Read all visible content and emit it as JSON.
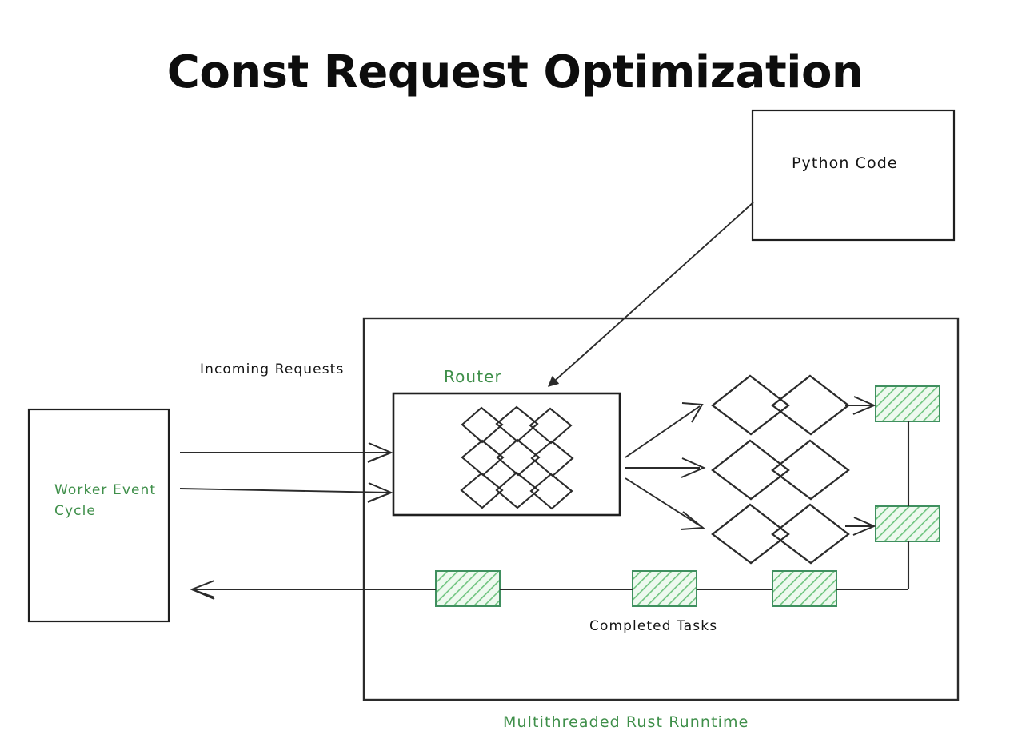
{
  "page": {
    "title": "Const Request Optimization",
    "background": "#ffffff"
  },
  "colors": {
    "ink": "#141414",
    "stroke": "#2b2b2b",
    "green_text": "#3f8f4a",
    "green_border": "#3f8f5f",
    "green_fill": "#e9f7ea",
    "green_hatch": "#68c07a"
  },
  "nodes": {
    "python_code": {
      "label": "Python Code",
      "kind": "box",
      "fill": "white",
      "text_color": "#141414"
    },
    "worker_event_cycle": {
      "label": "Worker Event\nCycle",
      "kind": "box",
      "fill": "white",
      "text_color": "#3f8f4a"
    },
    "router": {
      "label": "Router",
      "kind": "box",
      "text_color": "#3f8f4a",
      "grid_rows": 3,
      "grid_cols": 3,
      "shape": "diamond"
    },
    "runtime_container": {
      "label": "Multithreaded Rust Runntime",
      "text_color": "#3f8f4a"
    }
  },
  "edge_labels": {
    "incoming_requests": "Incoming Requests",
    "completed_tasks": "Completed Tasks"
  },
  "worker_lanes": {
    "rows": 3,
    "diamonds_per_row": 2
  },
  "task_boxes": {
    "count": 5,
    "style": "green-hatched"
  }
}
